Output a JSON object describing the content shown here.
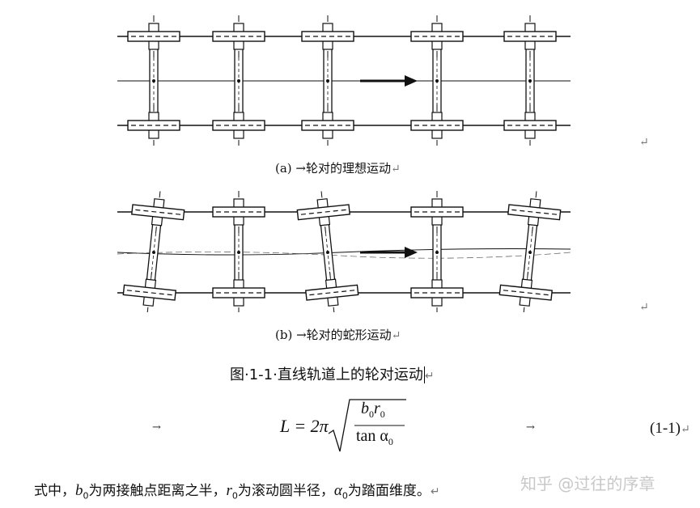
{
  "figure_a": {
    "caption": "(a) →轮对的理想运动",
    "wheelsets": [
      {
        "tilt": 0
      },
      {
        "tilt": 0
      },
      {
        "tilt": 0
      },
      {
        "tilt": 0
      },
      {
        "tilt": 0
      }
    ]
  },
  "figure_b": {
    "caption": "(b) →轮对的蛇形运动",
    "wheelsets": [
      {
        "tilt": 6
      },
      {
        "tilt": 0
      },
      {
        "tilt": -6
      },
      {
        "tilt": 0
      },
      {
        "tilt": 6
      }
    ]
  },
  "figure_title": "图·1-1·直线轨道上的轮对运动",
  "equation": {
    "lhs": "L = 2π",
    "num_b": "b",
    "num_r": "r",
    "sub0": "0",
    "den": "tan α",
    "number": "(1-1)",
    "arrow": "→"
  },
  "body": {
    "prefix": "式中，",
    "b": "b",
    "sub0": "0",
    "t1": "为两接触点距离之半，",
    "r": "r",
    "t2": "为滚动圆半径，",
    "alpha": "α",
    "t3": "为踏面维度。"
  },
  "return_mark": "↵",
  "watermark": "知乎 @过往的序章"
}
